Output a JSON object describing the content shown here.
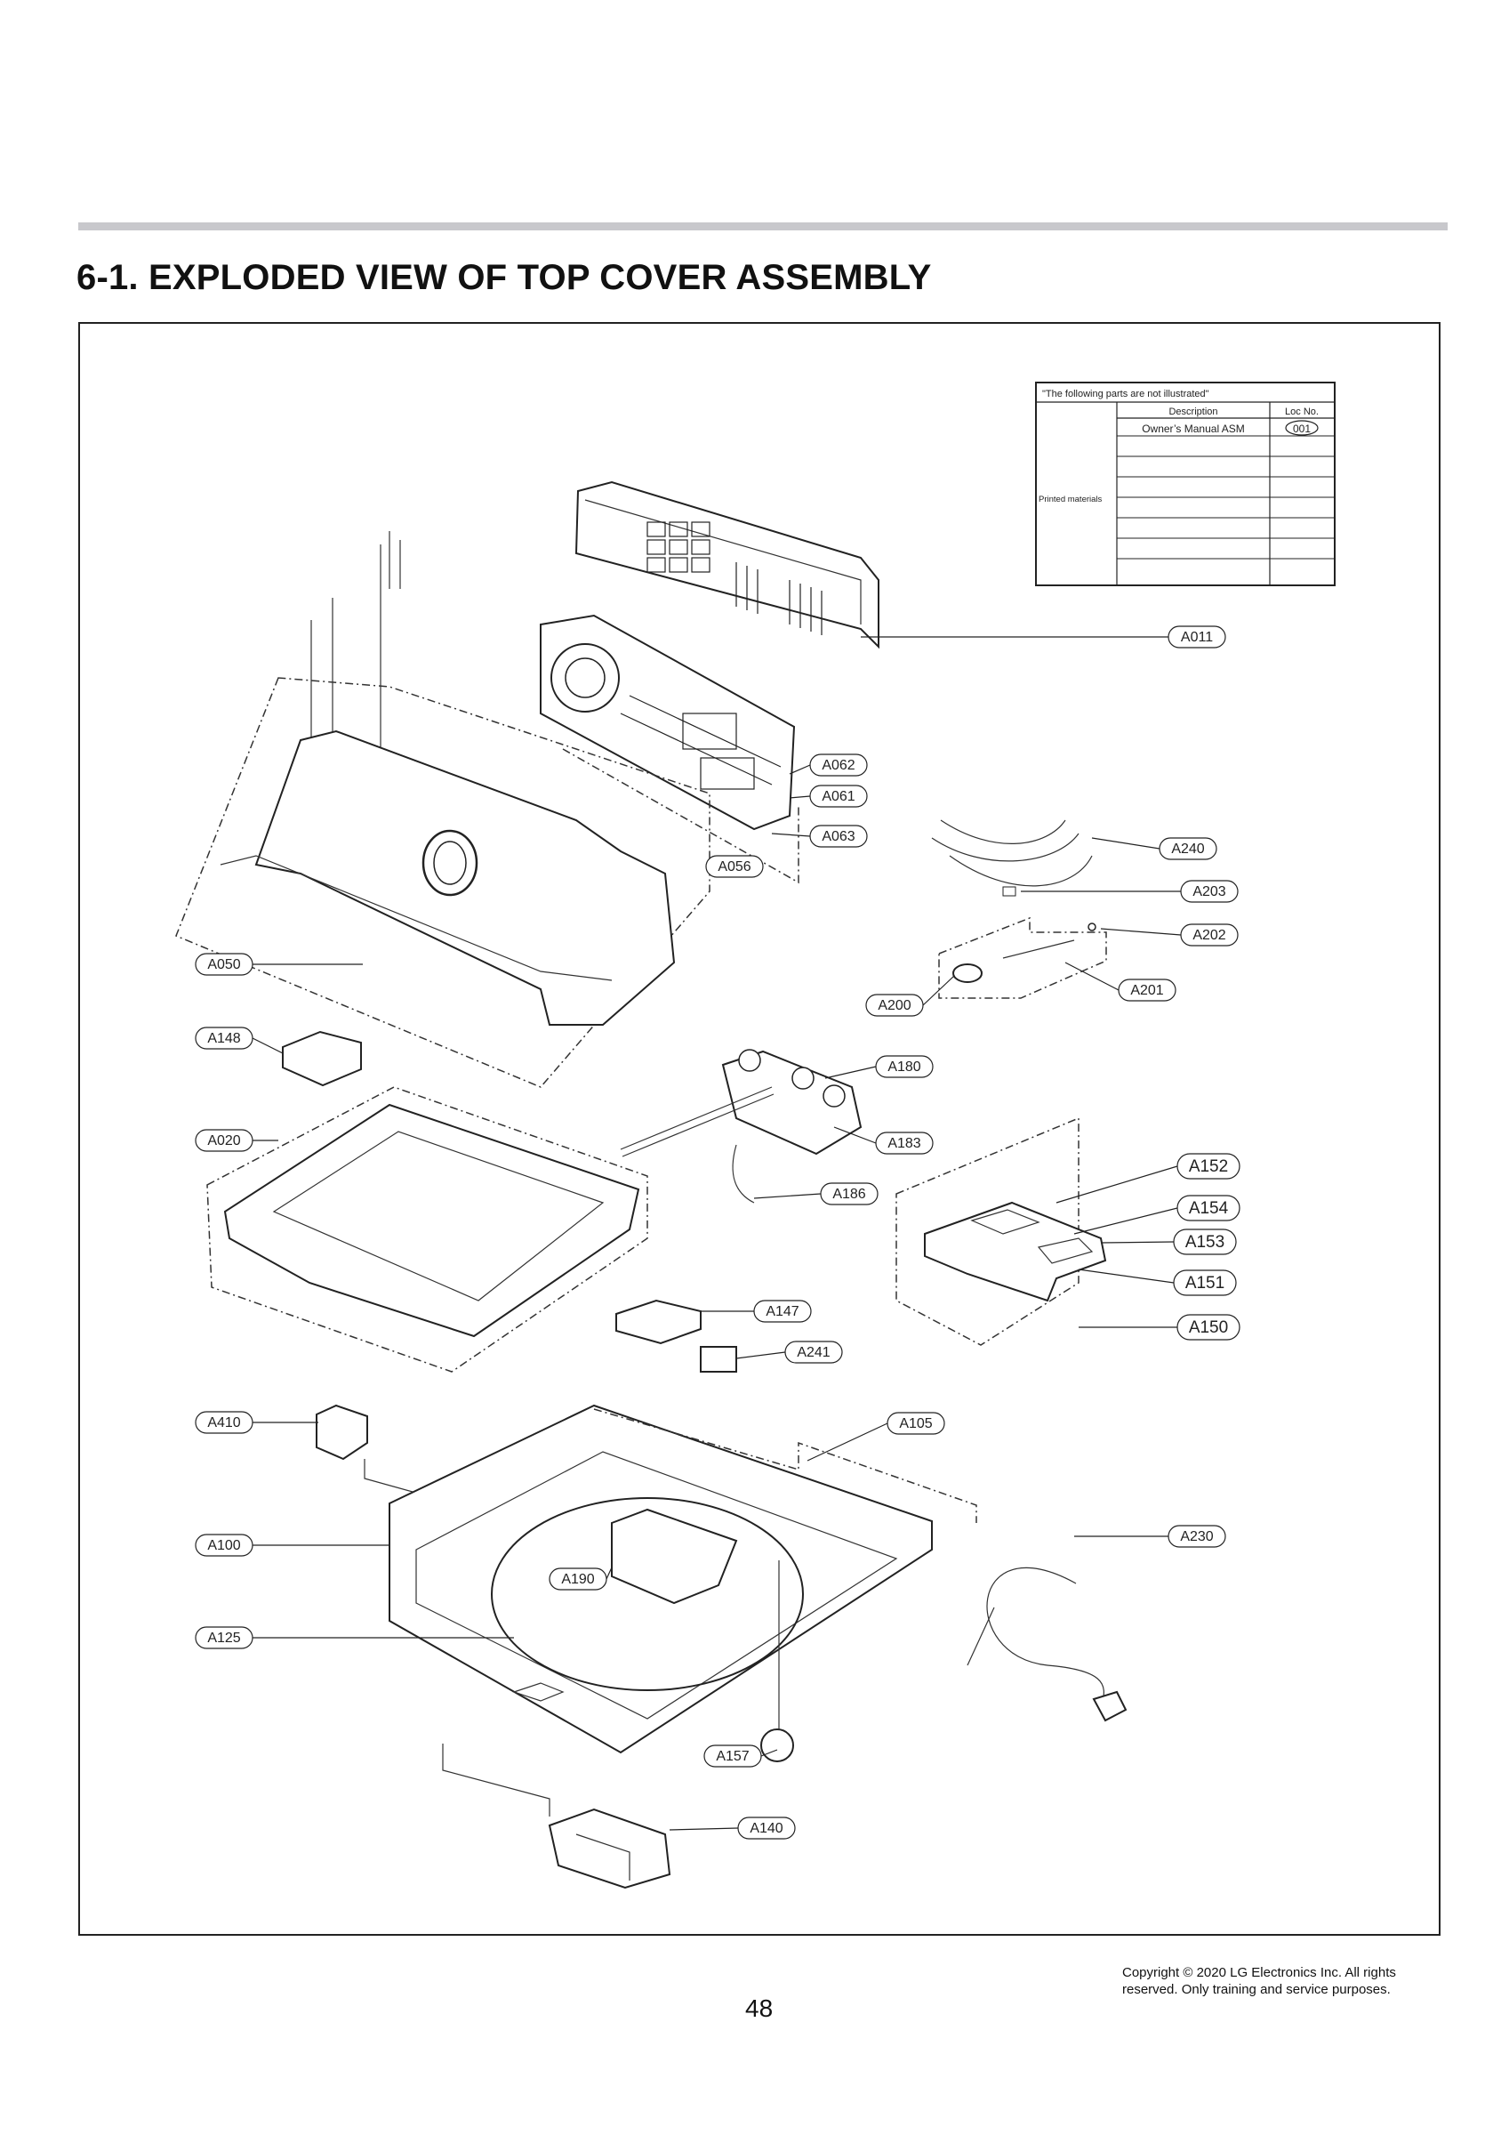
{
  "header": {
    "title": "6-1. EXPLODED VIEW OF TOP COVER ASSEMBLY"
  },
  "parts_table": {
    "caption": "\"The following parts are not illustrated\"",
    "col_description": "Description",
    "col_loc": "Loc No.",
    "group_label": "Printed materials",
    "rows": [
      {
        "description": "Owner’s Manual ASM",
        "loc": "001"
      }
    ]
  },
  "callouts": {
    "A011": "A011",
    "A062": "A062",
    "A061": "A061",
    "A063": "A063",
    "A056": "A056",
    "A240": "A240",
    "A203": "A203",
    "A202": "A202",
    "A201": "A201",
    "A200": "A200",
    "A050": "A050",
    "A148": "A148",
    "A180": "A180",
    "A183": "A183",
    "A186": "A186",
    "A020": "A020",
    "A152": "A152",
    "A154": "A154",
    "A153": "A153",
    "A151": "A151",
    "A150": "A150",
    "A147": "A147",
    "A241": "A241",
    "A410": "A410",
    "A105": "A105",
    "A100": "A100",
    "A230": "A230",
    "A190": "A190",
    "A125": "A125",
    "A157": "A157",
    "A140": "A140"
  },
  "footer": {
    "page_number": "48",
    "copyright_line1": "Copyright © 2020 LG Electronics Inc. All rights",
    "copyright_line2": "reserved. Only training and service purposes."
  }
}
